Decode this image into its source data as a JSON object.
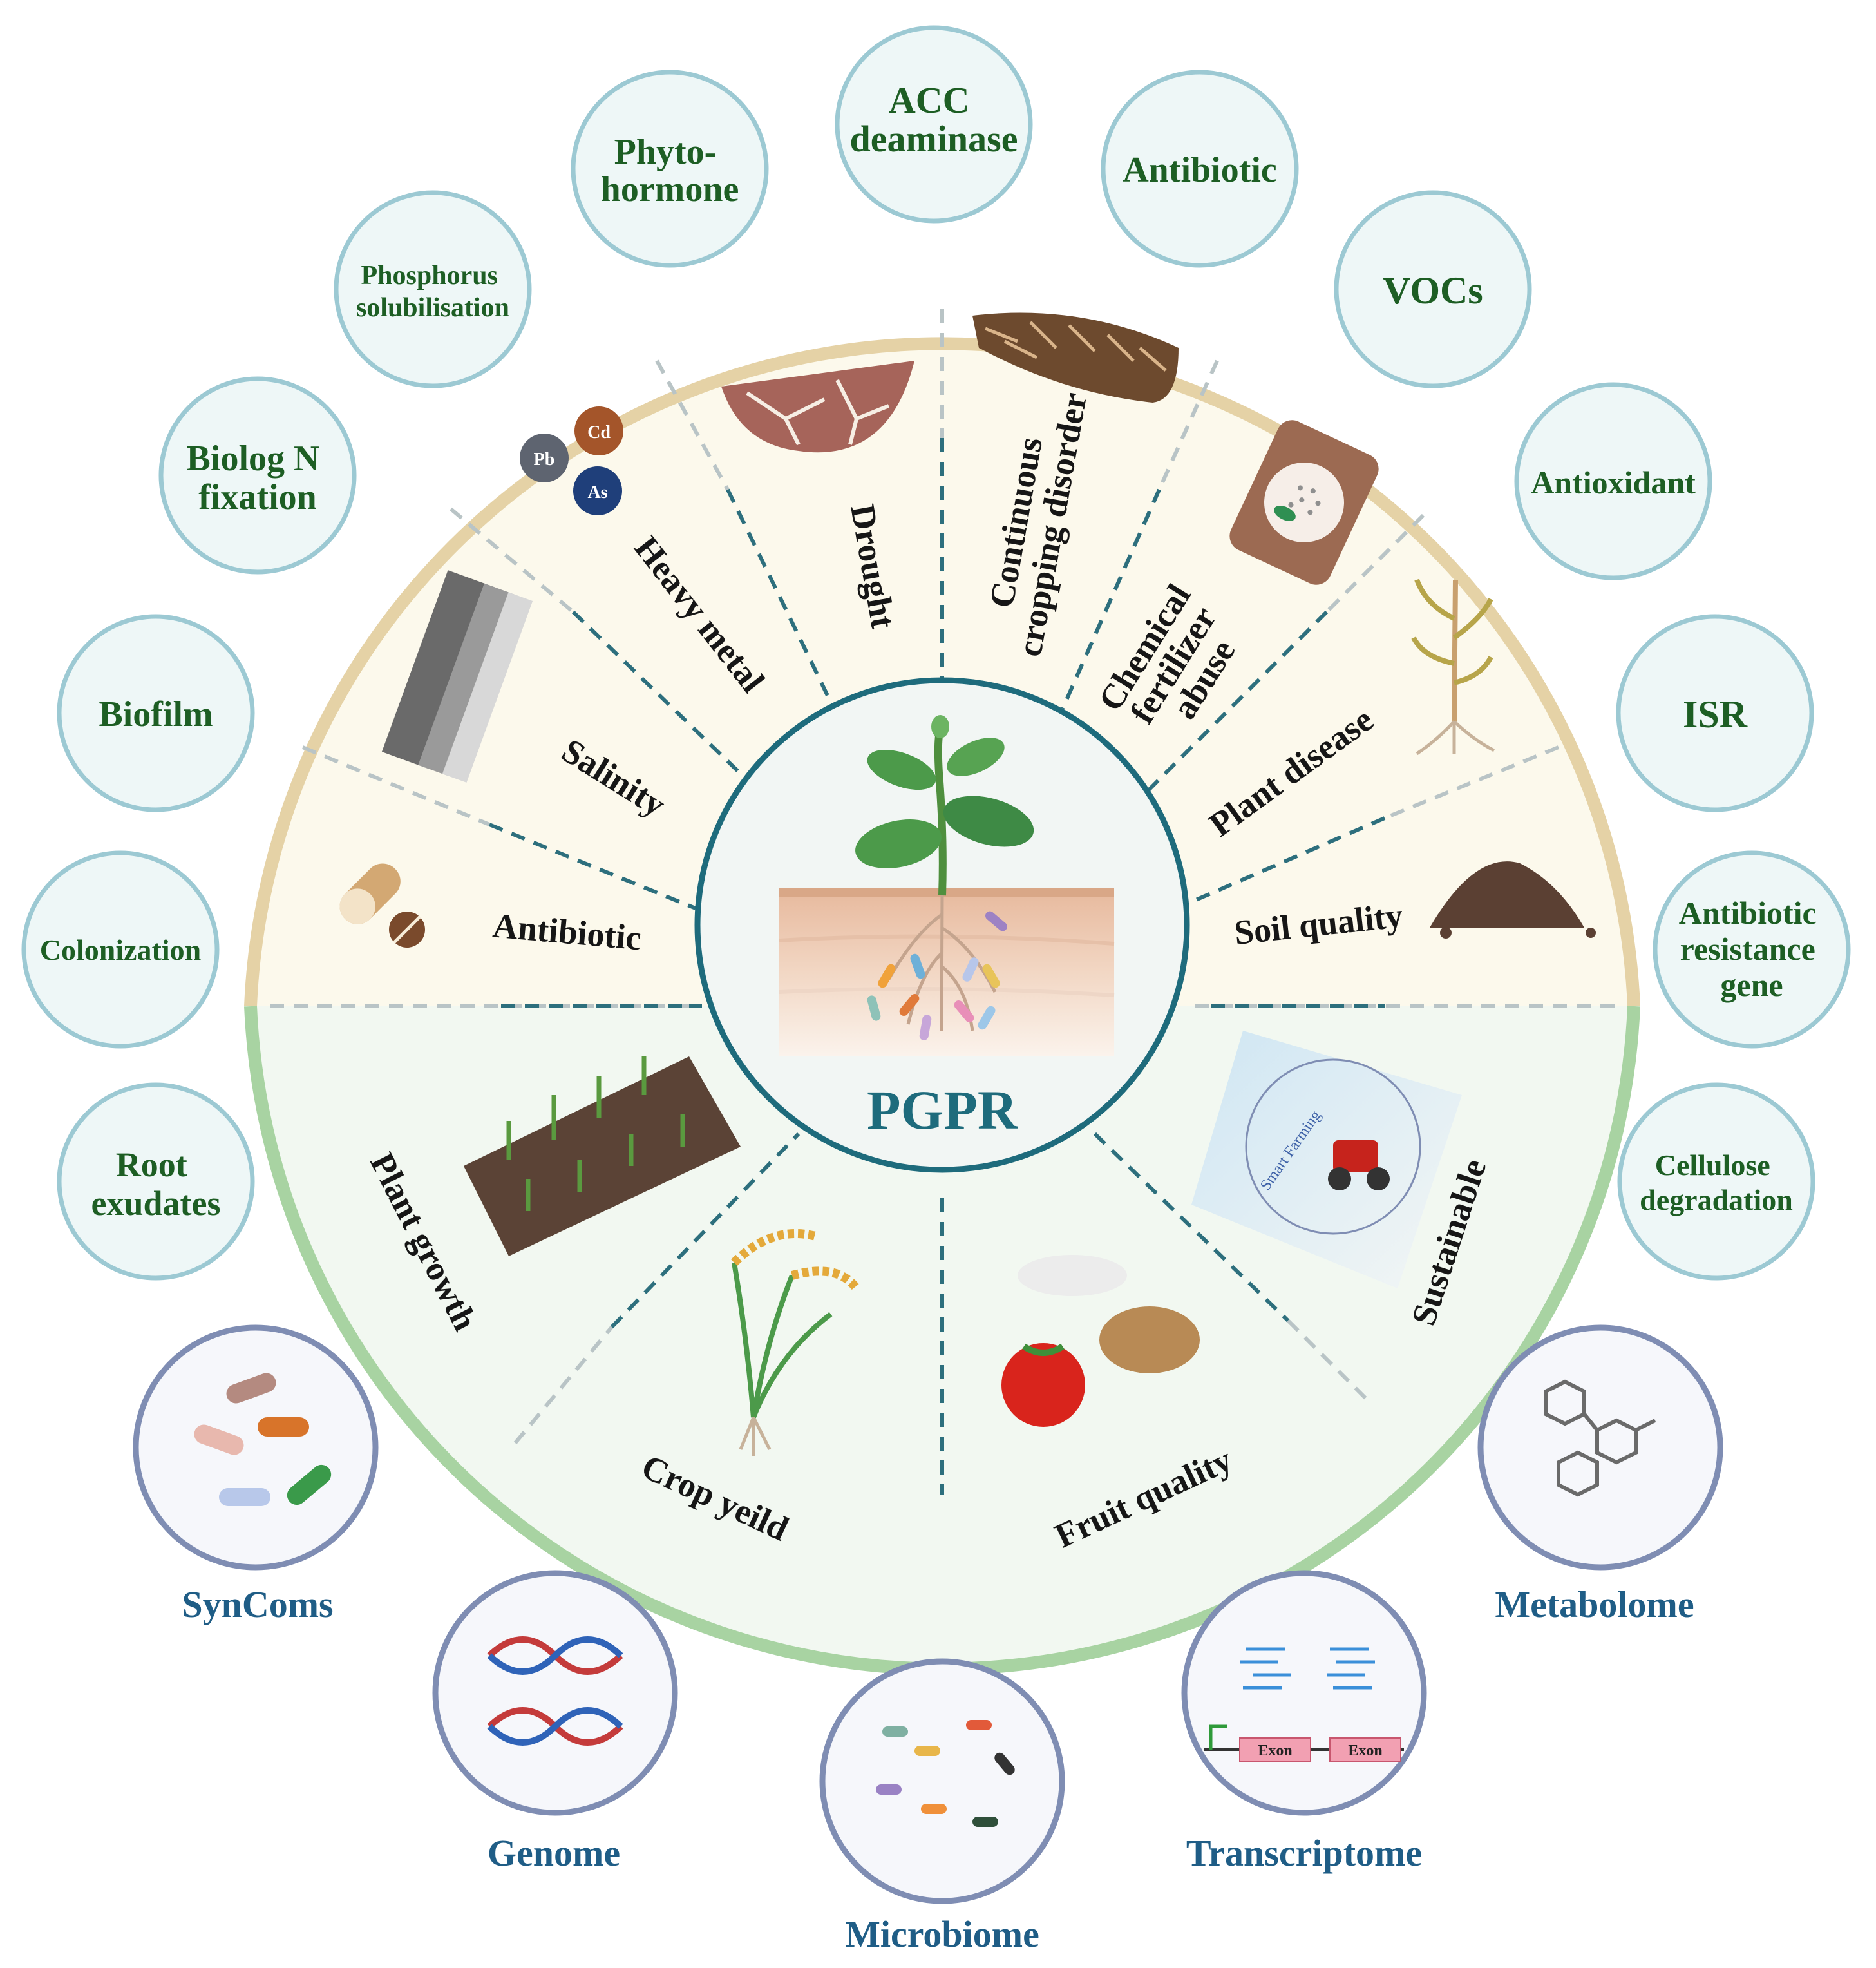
{
  "center_label": "PGPR",
  "mechanisms": [
    {
      "id": "acc",
      "lines": [
        "ACC",
        "deaminase"
      ]
    },
    {
      "id": "antibiotic",
      "lines": [
        "Antibiotic"
      ]
    },
    {
      "id": "vocs",
      "lines": [
        "VOCs"
      ]
    },
    {
      "id": "antioxidant",
      "lines": [
        "Antioxidant"
      ]
    },
    {
      "id": "isr",
      "lines": [
        "ISR"
      ]
    },
    {
      "id": "arg",
      "lines": [
        "Antibiotic",
        "resistance",
        "gene"
      ]
    },
    {
      "id": "cellulose",
      "lines": [
        "Cellulose",
        "degradation"
      ]
    },
    {
      "id": "phytohormone",
      "lines": [
        "Phyto-",
        "hormone"
      ]
    },
    {
      "id": "phosphorus",
      "lines": [
        "Phosphorus",
        "solubilisation"
      ]
    },
    {
      "id": "nfix",
      "lines": [
        "Biolog N",
        "fixation"
      ]
    },
    {
      "id": "biofilm",
      "lines": [
        "Biofilm"
      ]
    },
    {
      "id": "colonization",
      "lines": [
        "Colonization"
      ]
    },
    {
      "id": "root-exudates",
      "lines": [
        "Root",
        "exudates"
      ]
    }
  ],
  "stress_sectors": [
    {
      "id": "antibiotic",
      "label": "Antibiotic"
    },
    {
      "id": "salinity",
      "label": "Salinity"
    },
    {
      "id": "heavy-metal",
      "label": "Heavy metal"
    },
    {
      "id": "drought",
      "label": "Drought"
    },
    {
      "id": "continuous-cropping",
      "lines": [
        "Continuous",
        "cropping disorder"
      ]
    },
    {
      "id": "chemical-fertilizer",
      "lines": [
        "Chemical",
        "fertilizer",
        "abuse"
      ]
    },
    {
      "id": "plant-disease",
      "label": "Plant disease"
    },
    {
      "id": "soil-quality",
      "label": "Soil quality"
    }
  ],
  "benefit_sectors": [
    {
      "id": "plant-growth",
      "label": "Plant growth"
    },
    {
      "id": "crop-yield",
      "label": "Crop yeild"
    },
    {
      "id": "fruit-quality",
      "label": "Fruit quality"
    },
    {
      "id": "sustainable",
      "label": "Sustainable"
    }
  ],
  "omics": [
    {
      "id": "syncoms",
      "label": "SynComs"
    },
    {
      "id": "genome",
      "label": "Genome"
    },
    {
      "id": "microbiome",
      "label": "Microbiome"
    },
    {
      "id": "transcriptome",
      "label": "Transcriptome"
    },
    {
      "id": "metabolome",
      "label": "Metabolome"
    }
  ],
  "icon_text": {
    "metals": [
      "Pb",
      "Cd",
      "As"
    ],
    "smart_farming": "Smart Farming",
    "exon": "Exon"
  },
  "colors": {
    "stress_fill": "#fcf9ec",
    "stress_rim": "#e5d2a6",
    "benefit_fill": "#f2f8f1",
    "benefit_rim": "#a8d3a2",
    "center_ring": "#1e6b7c",
    "mechanism_text": "#1d5e24",
    "omics_text": "#1f5d86"
  }
}
